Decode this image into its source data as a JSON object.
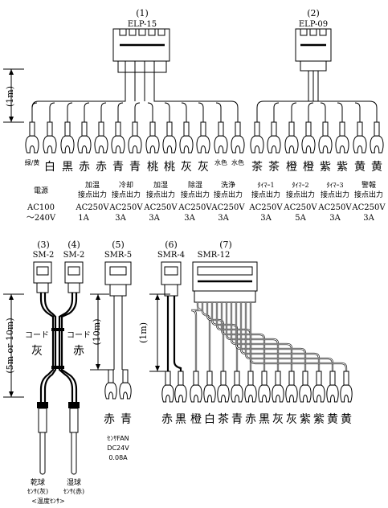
{
  "top": {
    "connector1": {
      "index": "(1)",
      "model": "ELP-15"
    },
    "connector2": {
      "index": "(2)",
      "model": "ELP-09"
    },
    "length": "(1m)",
    "wire_colors": [
      "緑/黄",
      "白",
      "黒",
      "赤",
      "赤",
      "青",
      "青",
      "桃",
      "桃",
      "灰",
      "灰",
      "水色",
      "水色",
      "茶",
      "茶",
      "橙",
      "橙",
      "紫",
      "紫",
      "黄",
      "黄"
    ],
    "functions": [
      {
        "name": "電源",
        "rating": [
          "AC100",
          "～240V"
        ]
      },
      {
        "name": "加温",
        "contact": "接点出力",
        "rating": [
          "AC250V",
          "1A"
        ]
      },
      {
        "name": "冷却",
        "contact": "接点出力",
        "rating": [
          "AC250V",
          "3A"
        ]
      },
      {
        "name": "加湿",
        "contact": "接点出力",
        "rating": [
          "AC250V",
          "3A"
        ]
      },
      {
        "name": "除湿",
        "contact": "接点出力",
        "rating": [
          "AC250V",
          "3A"
        ]
      },
      {
        "name": "洗浄",
        "contact": "接点出力",
        "rating": [
          "AC250V",
          "3A"
        ]
      },
      {
        "name": "ﾀｲﾏｰ1",
        "contact": "接点出力",
        "rating": [
          "AC250V",
          "3A"
        ]
      },
      {
        "name": "ﾀｲﾏｰ2",
        "contact": "接点出力",
        "rating": [
          "AC250V",
          "5A"
        ]
      },
      {
        "name": "ﾀｲﾏｰ3",
        "contact": "接点出力",
        "rating": [
          "AC250V",
          "3A"
        ]
      },
      {
        "name": "警報",
        "contact": "接点出力",
        "rating": [
          "AC250V",
          "3A"
        ]
      }
    ]
  },
  "bottom": {
    "sensor_connector3": {
      "index": "(3)",
      "model": "SM-2"
    },
    "sensor_connector4": {
      "index": "(4)",
      "model": "SM-2"
    },
    "sensor_length": "(5m or 10m)",
    "cord_gray": {
      "label": "コード",
      "color": "灰"
    },
    "cord_red": {
      "label": "コード",
      "color": "赤"
    },
    "dry_bulb": {
      "name": "乾球",
      "sub": "ｾﾝｻ(灰)"
    },
    "wet_bulb": {
      "name": "湿球",
      "sub": "ｾﾝｻ(赤)"
    },
    "temp_sensor_note": "<温度ｾﾝｻ>",
    "fan_connector": {
      "index": "(5)",
      "model": "SMR-5",
      "length": "(10m)"
    },
    "fan_wires": [
      "赤",
      "青"
    ],
    "fan_note": [
      "ｾﾝｻFAN",
      "DC24V",
      "0.08A"
    ],
    "connector6": {
      "index": "(6)",
      "model": "SMR-4"
    },
    "connector7": {
      "index": "(7)",
      "model": "SMR-12"
    },
    "length7": "(1m)",
    "wires6": [
      "赤",
      "黒"
    ],
    "wires7": [
      "橙",
      "白",
      "茶",
      "青",
      "赤",
      "黒",
      "灰",
      "灰",
      "紫",
      "紫",
      "黄",
      "黄"
    ]
  }
}
